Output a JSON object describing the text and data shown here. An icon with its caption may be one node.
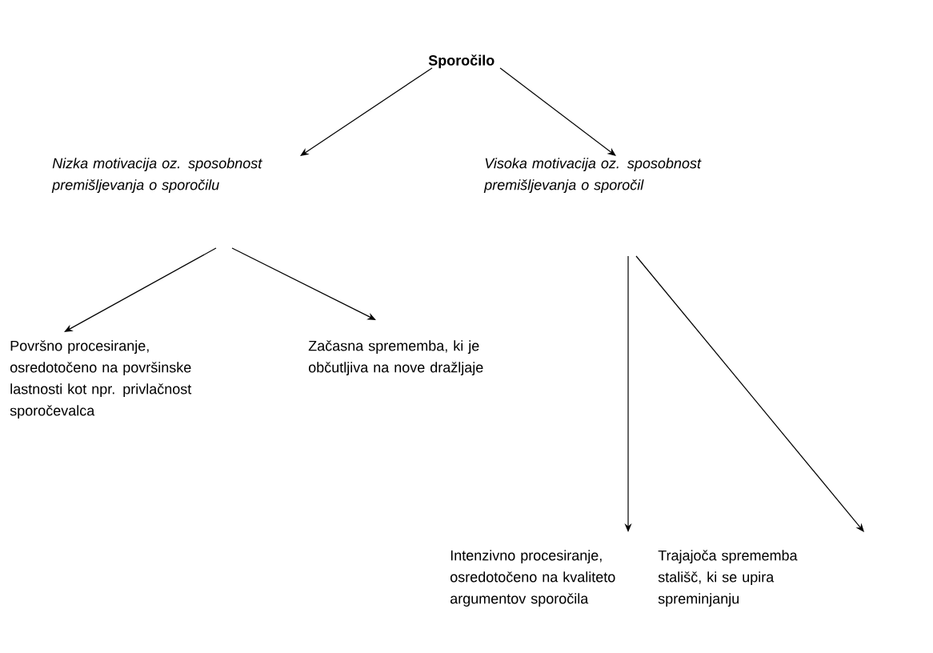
{
  "diagram": {
    "nodes": [
      {
        "text": [
          "Sporočilo"
        ]
      },
      {
        "text": [
          "Nizka motivacija oz. sposobnost premišljevanja o sporočilu"
        ]
      },
      {
        "text": [
          "Visoka motivacija oz. sposobnost premišljevanja o sporočil"
        ]
      },
      {
        "text": [
          "Površno procesiranje, osredotočeno na površinske lastnosti kot npr. privlačnost sporočevalca"
        ]
      },
      {
        "text": [
          "Začasna sprememba, ki je občutljiva na nove dražljaje"
        ]
      },
      {
        "text": [
          "Intenzivno procesiranje, osredotočeno na kvaliteto argumentov sporočila"
        ]
      },
      {
        "text": [
          "Trajajoča sprememba stališč, ki se upira spreminjanju"
        ]
      }
    ],
    "edges": [
      {
        "from": 0,
        "to": 1,
        "arrow": "to"
      },
      {
        "from": 0,
        "to": 2,
        "arrow": "to"
      },
      {
        "from": 1,
        "to": 3,
        "arrow": "to"
      },
      {
        "from": 1,
        "to": 4,
        "arrow": "to"
      },
      {
        "from": 2,
        "to": 5,
        "arrow": "to"
      },
      {
        "from": 2,
        "to": 6,
        "arrow": "to"
      }
    ]
  }
}
